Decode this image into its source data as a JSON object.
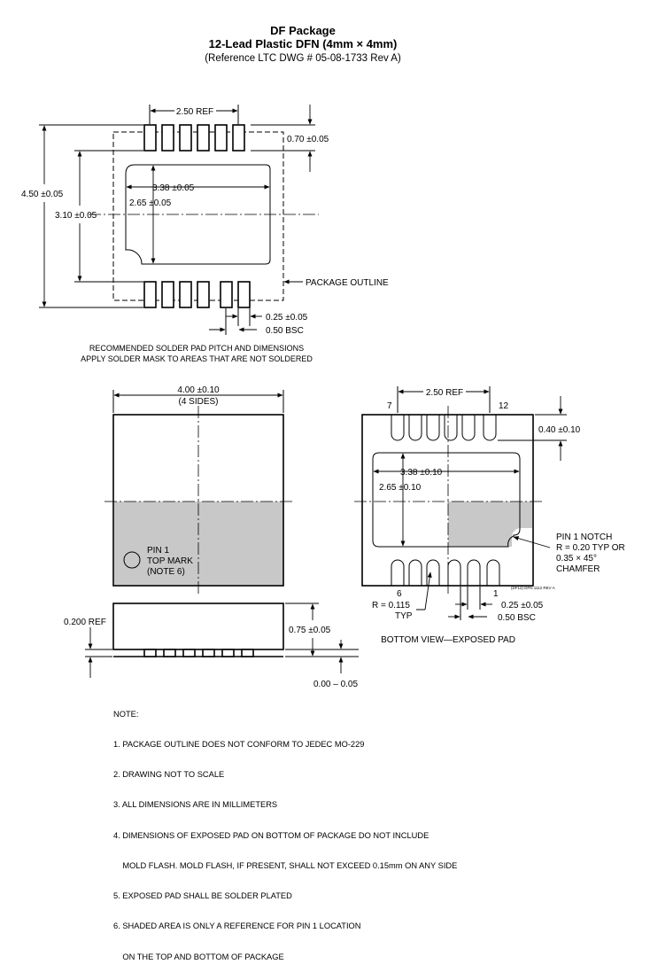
{
  "header": {
    "title": "DF Package",
    "subtitle": "12-Lead Plastic DFN (4mm × 4mm)",
    "reference": "(Reference LTC DWG # 05-08-1733 Rev A)"
  },
  "solder_pad_view": {
    "dims": {
      "pitch_span": "2.50 REF",
      "pad_length": "0.70 ±0.05",
      "outer_height": "4.50 ±0.05",
      "pad_height": "3.10 ±0.05",
      "pad_width": "3.38 ±0.05",
      "inner_height": "2.65 ±0.05",
      "pad_width_small": "0.25 ±0.05",
      "pitch": "0.50 BSC"
    },
    "package_outline_label": "PACKAGE OUTLINE",
    "caption_lines": [
      "RECOMMENDED SOLDER PAD PITCH AND DIMENSIONS",
      "APPLY SOLDER MASK TO AREAS THAT ARE NOT SOLDERED"
    ]
  },
  "top_view": {
    "width_dim": "4.00 ±0.10",
    "width_note": "(4 SIDES)",
    "pin1_lines": [
      "PIN 1",
      "TOP MARK",
      "(NOTE 6)"
    ]
  },
  "side_view": {
    "ref_dim": "0.200 REF",
    "height_dim": "0.75 ±0.05",
    "standoff_dim": "0.00 – 0.05"
  },
  "bottom_view": {
    "pitch_span": "2.50 REF",
    "pin_label_7": "7",
    "pin_label_12": "12",
    "pin_label_6": "6",
    "pin_label_1": "1",
    "lead_length": "0.40 ±0.10",
    "pad_width": "3.38 ±0.10",
    "pad_height": "2.65 ±0.10",
    "notch_lines": [
      "PIN 1 NOTCH",
      "R = 0.20 TYP OR",
      "0.35 × 45°",
      "CHAMFER"
    ],
    "radius_lines": [
      "R = 0.115",
      "TYP"
    ],
    "lead_width": "0.25 ±0.05",
    "pitch": "0.50 BSC",
    "drawing_code": "(DF12) DFN 1112 REV A",
    "caption": "BOTTOM VIEW—EXPOSED PAD"
  },
  "notes": {
    "heading": "NOTE:",
    "items": [
      "1. PACKAGE OUTLINE DOES NOT CONFORM TO JEDEC MO-229",
      "2. DRAWING NOT TO SCALE",
      "3. ALL DIMENSIONS ARE IN MILLIMETERS",
      "4. DIMENSIONS OF EXPOSED PAD ON BOTTOM OF PACKAGE DO NOT INCLUDE",
      "    MOLD FLASH. MOLD FLASH, IF PRESENT, SHALL NOT EXCEED 0.15mm ON ANY SIDE",
      "5. EXPOSED PAD SHALL BE SOLDER PLATED",
      "6. SHADED AREA IS ONLY A REFERENCE FOR PIN 1 LOCATION",
      "    ON THE TOP AND BOTTOM OF PACKAGE"
    ]
  }
}
